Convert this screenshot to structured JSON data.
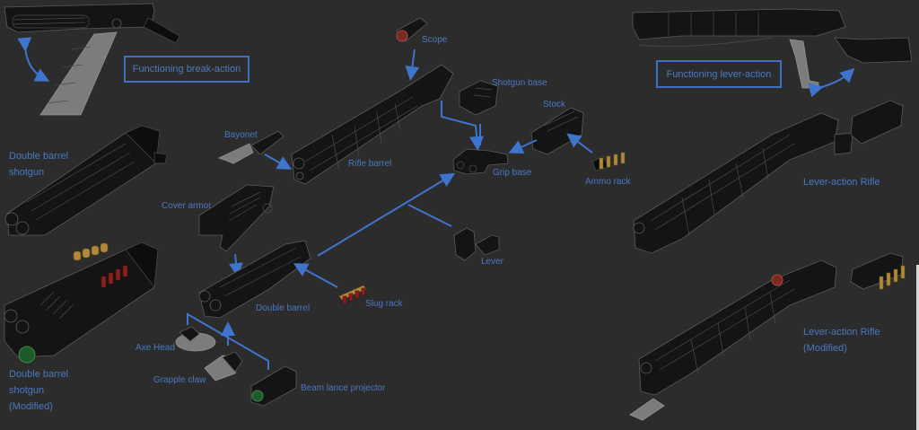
{
  "diagram": {
    "background": "#2c2c2c",
    "label_color": "#4a78c2",
    "arrow_color": "#3f74cc",
    "boxed_labels": {
      "break_action": "Functioning break-action",
      "lever_action": "Functioning lever-action"
    },
    "assemblies": {
      "double_barrel_shotgun": [
        "Double barrel",
        "shotgun"
      ],
      "double_barrel_shotgun_modified": [
        "Double barrel",
        "shotgun",
        "(Modified)"
      ],
      "lever_action_rifle": [
        "Lever-action Rifle"
      ],
      "lever_action_rifle_modified": [
        "Lever-action Rifle",
        "(Modified)"
      ]
    },
    "parts": {
      "scope": "Scope",
      "shotgun_base": "Shotgun base",
      "stock": "Stock",
      "bayonet": "Bayonet",
      "rifle_barrel": "Rifle barrel",
      "grip_base": "Grip base",
      "ammo_rack": "Ammo rack",
      "cover_armor": "Cover armor",
      "lever": "Lever",
      "double_barrel": "Double barrel",
      "slug_rack": "Slug rack",
      "axe_head": "Axe Head",
      "grapple_claw": "Grapple claw",
      "beam_lance_projector": "Beam lance projector"
    },
    "connections": [
      {
        "from": "Scope",
        "to": "Rifle barrel"
      },
      {
        "from": "Bayonet",
        "to": "Rifle barrel"
      },
      {
        "from": "Rifle barrel",
        "to": "Grip base"
      },
      {
        "from": "Shotgun base",
        "to": "Grip base"
      },
      {
        "from": "Stock",
        "to": "Grip base"
      },
      {
        "from": "Ammo rack",
        "to": "Stock"
      },
      {
        "from": "Double barrel",
        "to": "Grip base"
      },
      {
        "from": "Lever",
        "to": "Grip base"
      },
      {
        "from": "Cover armor",
        "to": "Double barrel"
      },
      {
        "from": "Slug rack",
        "to": "Double barrel"
      },
      {
        "from": "Axe Head",
        "to": "Double barrel"
      },
      {
        "from": "Grapple claw",
        "to": "Double barrel"
      },
      {
        "from": "Beam lance projector",
        "to": "Double barrel"
      }
    ]
  }
}
